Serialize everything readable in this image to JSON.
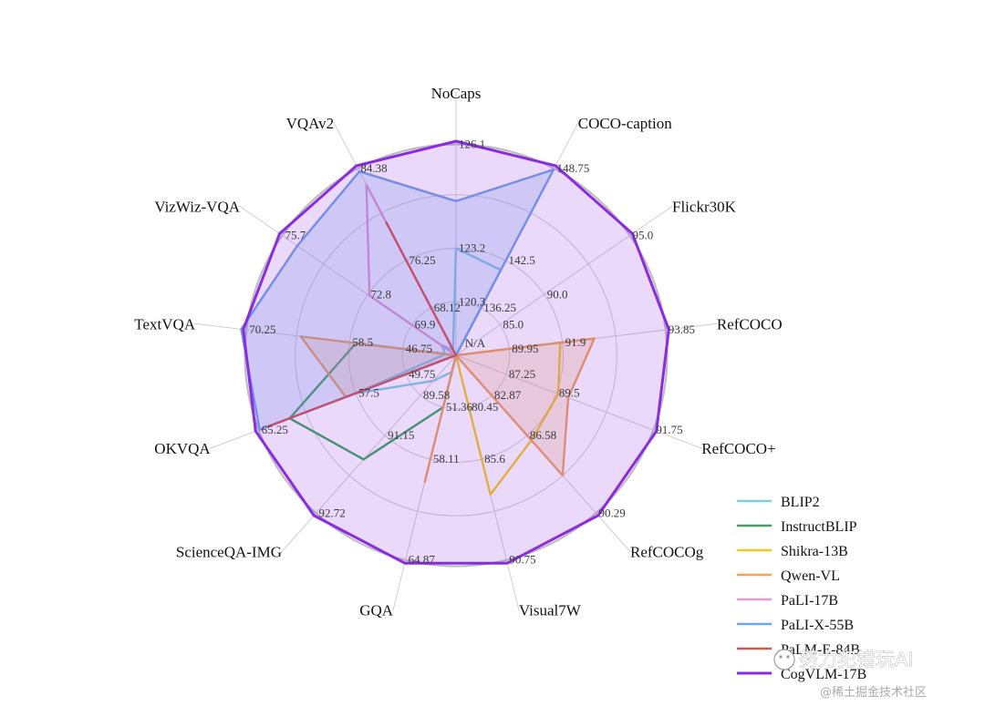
{
  "chart_data": {
    "type": "radar",
    "axes": [
      "NoCaps",
      "COCO-caption",
      "Flickr30K",
      "RefCOCO",
      "RefCOCO+",
      "RefCOCOg",
      "Visual7W",
      "GQA",
      "ScienceQA-IMG",
      "OKVQA",
      "TextVQA",
      "VizWiz-VQA",
      "VQAv2"
    ],
    "center_label": "N/A",
    "tick_labels": [
      [
        "120.3",
        "123.2",
        "126.1"
      ],
      [
        "136.25",
        "142.5",
        "148.75"
      ],
      [
        "85.0",
        "90.0",
        "95.0"
      ],
      [
        "89.95",
        "91.9",
        "93.85"
      ],
      [
        "87.25",
        "89.5",
        "91.75"
      ],
      [
        "82.87",
        "86.58",
        "90.29"
      ],
      [
        "80.45",
        "85.6",
        "90.75"
      ],
      [
        "51.36",
        "58.11",
        "64.87"
      ],
      [
        "89.58",
        "91.15",
        "92.72"
      ],
      [
        "49.75",
        "57.5",
        "65.25"
      ],
      [
        "46.75",
        "58.5",
        "70.25"
      ],
      [
        "69.9",
        "72.8",
        "75.7"
      ],
      [
        "68.12",
        "76.25",
        "84.38"
      ]
    ],
    "series": [
      {
        "name": "BLIP2",
        "color": "#7fcfe8",
        "values": [
          0.5,
          0.45,
          null,
          null,
          null,
          null,
          null,
          0.08,
          0.16,
          0.5,
          0.05,
          0.08,
          0.03
        ]
      },
      {
        "name": "InstructBLIP",
        "color": "#3aa55b",
        "values": [
          null,
          null,
          null,
          null,
          null,
          null,
          null,
          0.25,
          0.65,
          0.83,
          0.47,
          null,
          null
        ]
      },
      {
        "name": "Shikra-13B",
        "color": "#f2cc1d",
        "values": [
          null,
          null,
          null,
          0.49,
          0.51,
          0.53,
          0.67,
          null,
          null,
          null,
          null,
          null,
          null
        ]
      },
      {
        "name": "Qwen-VL",
        "color": "#f0a35c",
        "values": [
          null,
          null,
          null,
          0.65,
          0.56,
          0.75,
          null,
          0.61,
          null,
          0.55,
          0.73,
          null,
          null
        ]
      },
      {
        "name": "PaLI-17B",
        "color": "#e99ac8",
        "values": [
          null,
          null,
          null,
          null,
          null,
          null,
          null,
          null,
          null,
          0.75,
          null,
          0.49,
          0.9
        ]
      },
      {
        "name": "PaLI-X-55B",
        "color": "#6ea3ea",
        "values": [
          0.72,
          0.98,
          null,
          null,
          null,
          null,
          null,
          null,
          null,
          0.98,
          1.01,
          0.9,
          0.97
        ]
      },
      {
        "name": "PaLM-E-84B",
        "color": "#cf5a55",
        "values": [
          null,
          null,
          null,
          null,
          null,
          null,
          null,
          null,
          null,
          0.94,
          null,
          null,
          0.7
        ]
      },
      {
        "name": "CogVLM-17B",
        "color": "#8a2be2",
        "values": [
          1.0,
          1.0,
          1.0,
          1.0,
          1.0,
          1.0,
          1.0,
          1.0,
          1.0,
          1.0,
          1.0,
          1.0,
          1.0
        ]
      }
    ]
  },
  "watermark": {
    "main": "努力犯错玩AI",
    "sub": "@稀土掘金技术社区"
  }
}
